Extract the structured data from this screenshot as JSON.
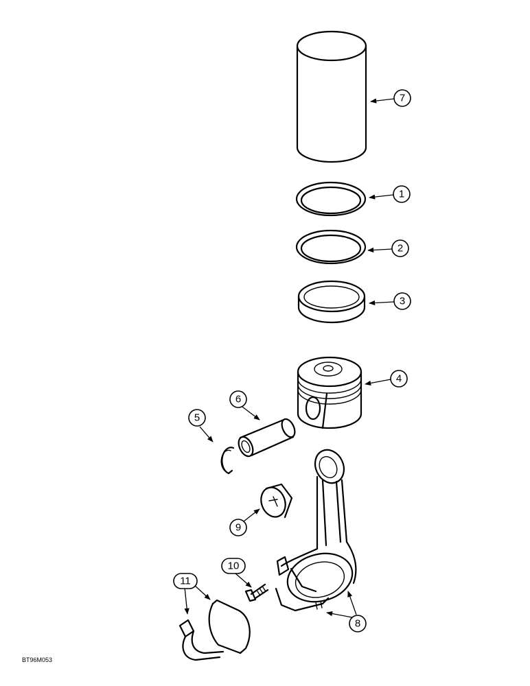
{
  "callouts": [
    {
      "id": "c1",
      "label": "1"
    },
    {
      "id": "c2",
      "label": "2"
    },
    {
      "id": "c3",
      "label": "3"
    },
    {
      "id": "c4",
      "label": "4"
    },
    {
      "id": "c5",
      "label": "5"
    },
    {
      "id": "c6",
      "label": "6"
    },
    {
      "id": "c7",
      "label": "7"
    },
    {
      "id": "c8",
      "label": "8"
    },
    {
      "id": "c9",
      "label": "9"
    },
    {
      "id": "c10",
      "label": "10"
    },
    {
      "id": "c11",
      "label": "11"
    }
  ],
  "figure_code": "BT96M053"
}
